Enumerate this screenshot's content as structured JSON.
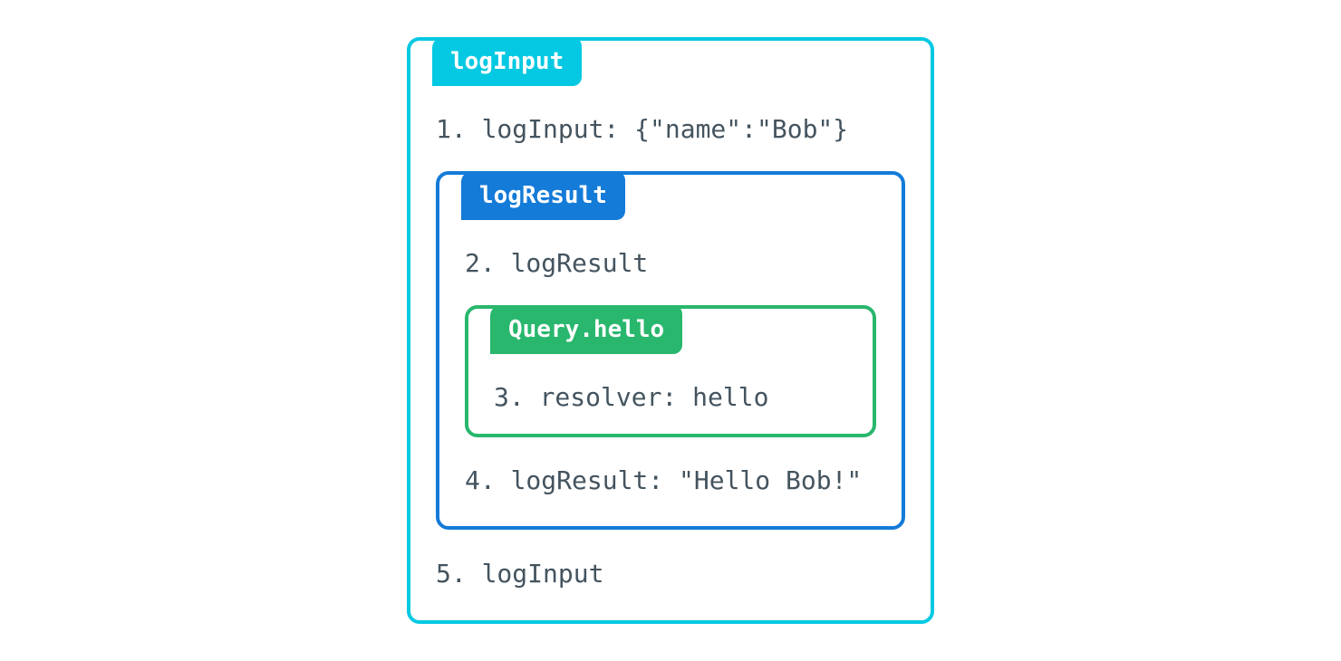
{
  "colors": {
    "outer_accent": "#05c9e2",
    "middle_accent": "#147bd8",
    "inner_accent": "#28b76d",
    "text": "#44545f",
    "background": "#ffffff"
  },
  "diagram": {
    "outer_box": {
      "label": "logInput",
      "step_before": "1. logInput: {\"name\":\"Bob\"}",
      "step_after": "5. logInput",
      "middle_box": {
        "label": "logResult",
        "step_before": "2. logResult",
        "step_after": "4. logResult: \"Hello Bob!\"",
        "inner_box": {
          "label": "Query.hello",
          "step": "3. resolver: hello"
        }
      }
    }
  }
}
